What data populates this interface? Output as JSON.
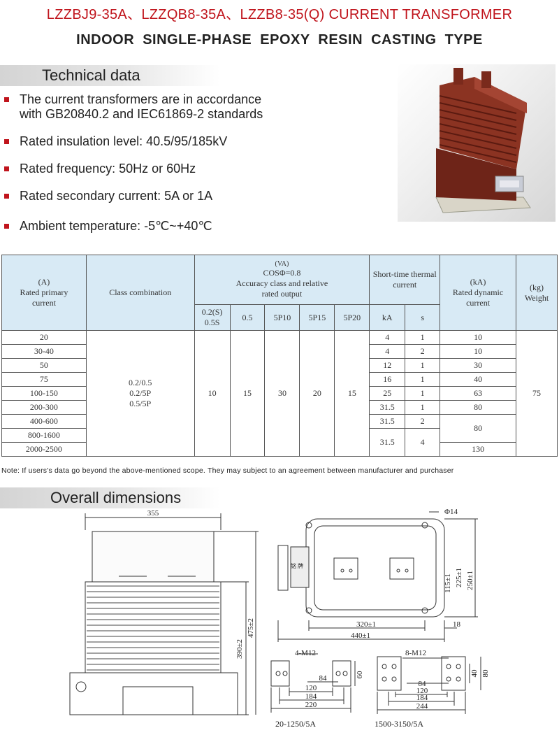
{
  "header": {
    "title": "LZZBJ9-35A、LZZQB8-35A、LZZB8-35(Q) CURRENT TRANSFORMER",
    "subtitle": "INDOOR  SINGLE-PHASE  EPOXY RESIN CASTING TYPE"
  },
  "technical": {
    "heading": "Technical data",
    "bullets": [
      "The current transformers are in accordance",
      "with GB20840.2 and IEC61869-2 standards",
      "Rated insulation level: 40.5/95/185kV",
      "Rated frequency: 50Hz or 60Hz",
      "Rated secondary current: 5A or 1A",
      "Ambient temperature: -5℃~+40℃"
    ]
  },
  "table": {
    "primary_unit": "(A)",
    "primary_label": "Rated primary current",
    "class_label": "Class combination",
    "va_unit": "(VA)",
    "cos_label": "COSΦ=0.8",
    "accuracy_label": "Accuracy class and relative rated output",
    "short_time_label": "Short-time thermal current",
    "dyn_unit": "(kA)",
    "dyn_label": "Rated dynamic current",
    "weight_unit": "(kg)",
    "weight_label": "Weight",
    "sub_headers": [
      "0.2(S)",
      "0.5S",
      "0.5",
      "5P10",
      "5P15",
      "5P20",
      "kA",
      "s"
    ],
    "primary_currents": [
      "20",
      "30-40",
      "50",
      "75",
      "100-150",
      "200-300",
      "400-600",
      "800-1600",
      "2000-2500"
    ],
    "class_combination": [
      "0.2/0.5",
      "0.2/5P",
      "0.5/5P"
    ],
    "outputs": [
      "10",
      "15",
      "30",
      "20",
      "15"
    ],
    "thermal_ka": [
      "4",
      "4",
      "12",
      "16",
      "25",
      "31.5",
      "31.5",
      "31.5"
    ],
    "thermal_s": [
      "1",
      "2",
      "1",
      "1",
      "1",
      "1",
      "2",
      "4"
    ],
    "dynamic": [
      "10",
      "10",
      "30",
      "40",
      "63",
      "80",
      "80",
      "130"
    ],
    "weight": "75"
  },
  "note": "Note: If users's data go beyond the above-mentioned scope. They may subject to an agreement between manufacturer and purchaser",
  "dimensions": {
    "heading": "Overall dimensions",
    "front": {
      "width": "355",
      "height_total": "475±2",
      "height_body": "390±2"
    },
    "top": {
      "hole": "Φ14",
      "d115": "115±1",
      "d225": "225±1",
      "d250": "250±1",
      "d320": "320±1",
      "d440": "440±1",
      "d18": "18",
      "plate_text": "铭 牌"
    },
    "terminal_a": {
      "thread": "4-M12",
      "d84": "84",
      "d120": "120",
      "d184": "184",
      "d220": "220",
      "d60": "60",
      "caption": "20-1250/5A"
    },
    "terminal_b": {
      "thread": "8-M12",
      "d84": "84",
      "d120": "120",
      "d184": "184",
      "d244": "244",
      "d40": "40",
      "d80": "80",
      "caption": "1500-3150/5A"
    }
  },
  "colors": {
    "title_red": "#c0141c",
    "bullet_red": "#c0141c",
    "table_header_blue": "#d8eaf5",
    "product_brown": "#7a2a1c"
  }
}
